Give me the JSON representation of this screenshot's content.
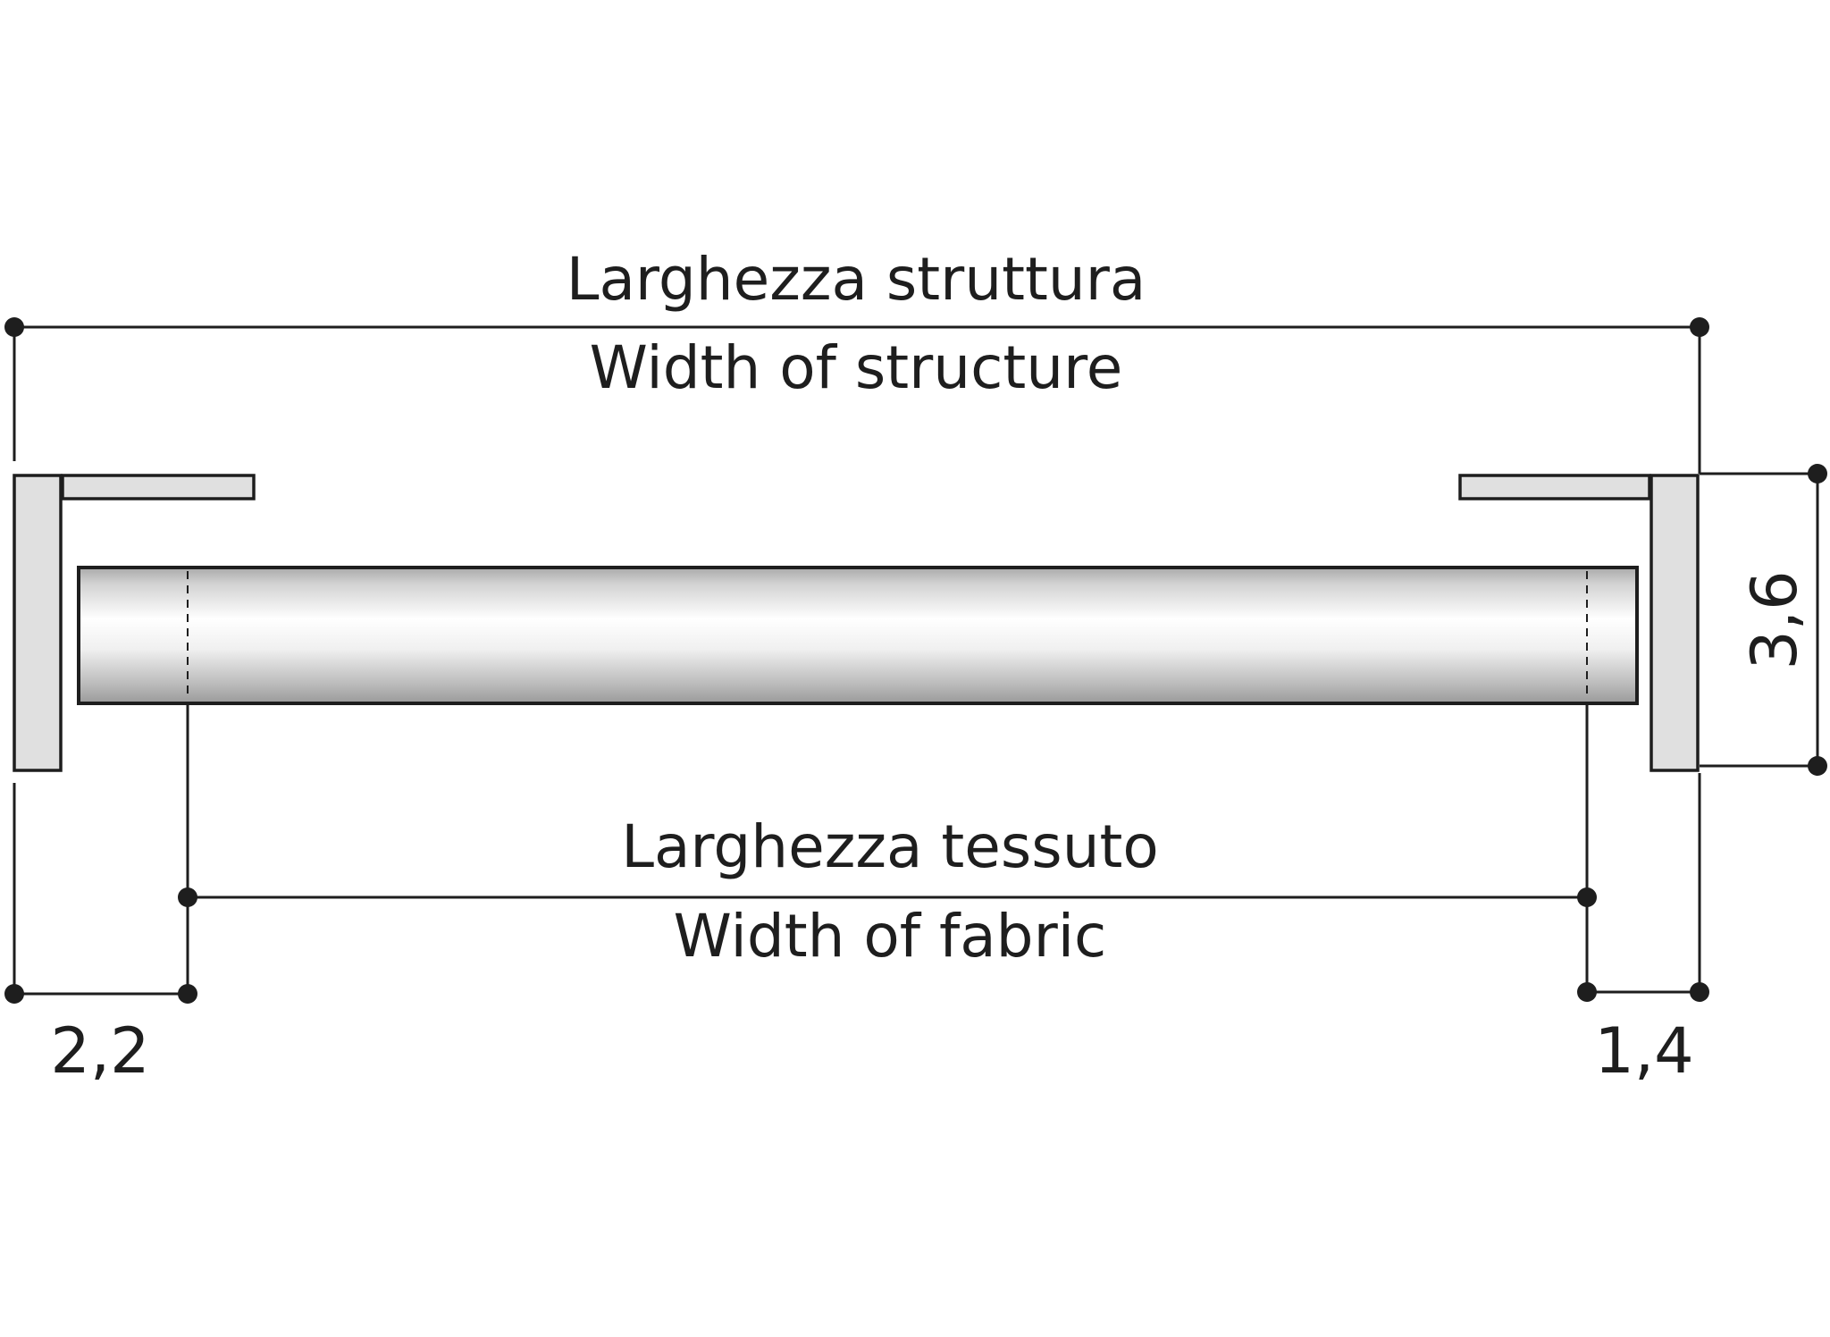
{
  "labels": {
    "structure_width_it": "Larghezza struttura",
    "structure_width_en": "Width of structure",
    "fabric_width_it": "Larghezza tessuto",
    "fabric_width_en": "Width of fabric"
  },
  "dimensions": {
    "left_offset": "2,2",
    "right_offset": "1,4",
    "height": "3,6"
  },
  "colors": {
    "line": "#1e1e1e",
    "bracket_fill": "#e0e0e0",
    "tube_dark": "#a9a9a9",
    "tube_light": "#ffffff"
  }
}
